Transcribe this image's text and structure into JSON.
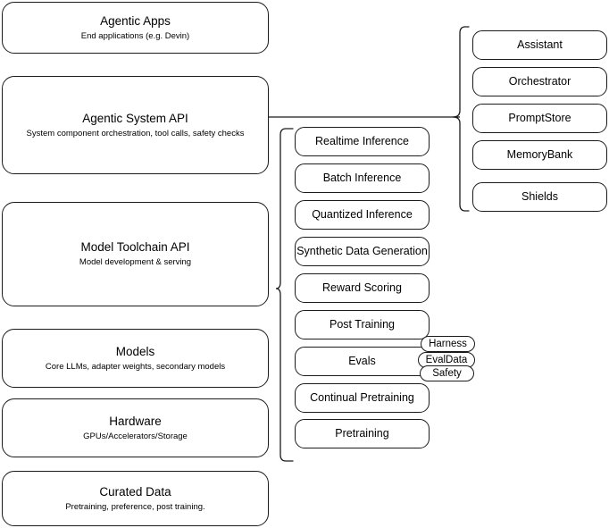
{
  "diagram": {
    "title": "Agentic AI stack architecture diagram",
    "stroke_color": "#1a1a1a",
    "background_color": "#ffffff"
  },
  "stack_layers": [
    {
      "id": "agentic-apps",
      "title": "Agentic Apps",
      "subtitle": "End applications (e.g. Devin)"
    },
    {
      "id": "agentic-system-api",
      "title": "Agentic System API",
      "subtitle": "System component orchestration, tool calls, safety checks"
    },
    {
      "id": "model-toolchain-api",
      "title": "Model Toolchain API",
      "subtitle": "Model development & serving"
    },
    {
      "id": "models",
      "title": "Models",
      "subtitle": "Core LLMs, adapter weights, secondary models"
    },
    {
      "id": "hardware",
      "title": "Hardware",
      "subtitle": "GPUs/Accelerators/Storage"
    },
    {
      "id": "curated-data",
      "title": "Curated Data",
      "subtitle": "Pretraining, preference, post training."
    }
  ],
  "toolchain_components": [
    {
      "id": "realtime-inference",
      "label": "Realtime Inference"
    },
    {
      "id": "batch-inference",
      "label": "Batch Inference"
    },
    {
      "id": "quantized-inference",
      "label": "Quantized Inference"
    },
    {
      "id": "synthetic-data-generation",
      "label": "Synthetic Data Generation"
    },
    {
      "id": "reward-scoring",
      "label": "Reward Scoring"
    },
    {
      "id": "post-training",
      "label": "Post Training"
    },
    {
      "id": "evals",
      "label": "Evals"
    },
    {
      "id": "continual-pretraining",
      "label": "Continual Pretraining"
    },
    {
      "id": "pretraining",
      "label": "Pretraining"
    }
  ],
  "evals_badges": [
    {
      "id": "harness",
      "label": "Harness"
    },
    {
      "id": "evaldata",
      "label": "EvalData"
    },
    {
      "id": "safety",
      "label": "Safety"
    }
  ],
  "system_components": [
    {
      "id": "assistant",
      "label": "Assistant"
    },
    {
      "id": "orchestrator",
      "label": "Orchestrator"
    },
    {
      "id": "promptstore",
      "label": "PromptStore"
    },
    {
      "id": "memorybank",
      "label": "MemoryBank"
    },
    {
      "id": "shields",
      "label": "Shields"
    }
  ]
}
